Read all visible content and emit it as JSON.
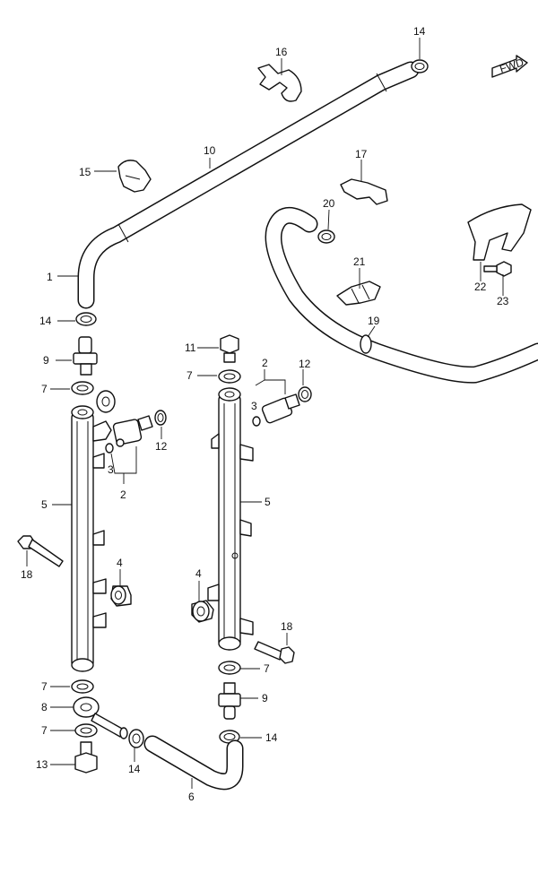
{
  "fwd_label": "FWD",
  "callouts": {
    "c1": "1",
    "c2a": "2",
    "c2b": "2",
    "c3a": "3",
    "c3b": "3",
    "c4a": "4",
    "c4b": "4",
    "c5a": "5",
    "c5b": "5",
    "c6": "6",
    "c7a": "7",
    "c7b": "7",
    "c7c": "7",
    "c7d": "7",
    "c7e": "7",
    "c8": "8",
    "c9a": "9",
    "c9b": "9",
    "c10": "10",
    "c11": "11",
    "c12a": "12",
    "c12b": "12",
    "c13": "13",
    "c14a": "14",
    "c14b": "14",
    "c14c": "14",
    "c14d": "14",
    "c15": "15",
    "c16": "16",
    "c17": "17",
    "c18a": "18",
    "c18b": "18",
    "c19": "19",
    "c20": "20",
    "c21": "21",
    "c22": "22",
    "c23": "23"
  }
}
